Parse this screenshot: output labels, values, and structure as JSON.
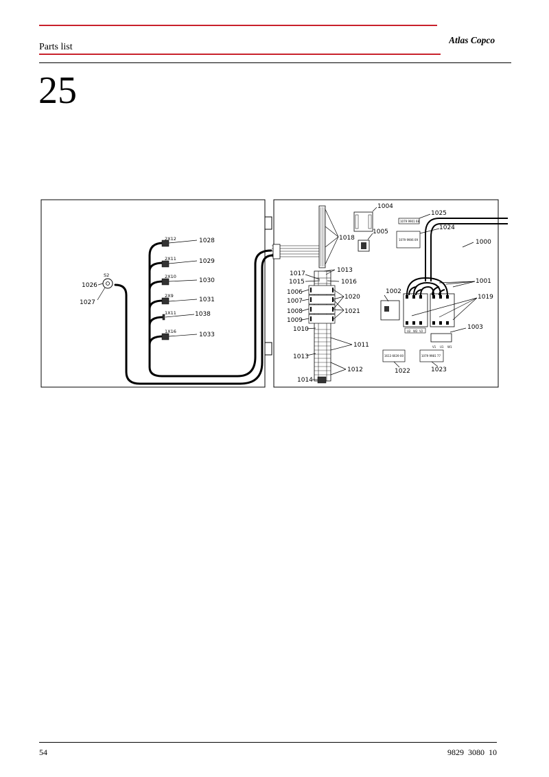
{
  "header": {
    "title": "Parts list",
    "brand": "Atlas Copco"
  },
  "page_heading": "25",
  "footer": {
    "page": "54",
    "doc_number": "9829  3080  10"
  },
  "diagram": {
    "callouts": {
      "c1000": "1000",
      "c1001": "1001",
      "c1002": "1002",
      "c1003": "1003",
      "c1004": "1004",
      "c1005": "1005",
      "c1006": "1006",
      "c1007": "1007",
      "c1008": "1008",
      "c1009": "1009",
      "c1010": "1010",
      "c1011": "1011",
      "c1012": "1012",
      "c1013a": "1013",
      "c1013b": "1013",
      "c1014": "1014",
      "c1015": "1015",
      "c1016": "1016",
      "c1017": "1017",
      "c1018": "1018",
      "c1019": "1019",
      "c1020": "1020",
      "c1021": "1021",
      "c1022": "1022",
      "c1023": "1023",
      "c1024": "1024",
      "c1025": "1025",
      "c1026": "1026",
      "c1027": "1027",
      "c1028": "1028",
      "c1029": "1029",
      "c1030": "1030",
      "c1031": "1031",
      "c1033": "1033",
      "c1038": "1038"
    },
    "connectors": {
      "x12": "2X12",
      "x11": "2X11",
      "x10": "2X10",
      "x9": "2X9",
      "x1x11": "1X11",
      "x1x16": "1X16",
      "s2": "S2"
    },
    "terminals": {
      "u": "U2",
      "v": "W2",
      "w": "V2",
      "v1": "V1",
      "u1": "U1",
      "w1": "W1"
    },
    "plates": {
      "p1025": "1079  9901  68",
      "p1024": "1079  9906  09",
      "p1022": "1613  6639  00",
      "p1023": "1079  9981  77"
    }
  }
}
